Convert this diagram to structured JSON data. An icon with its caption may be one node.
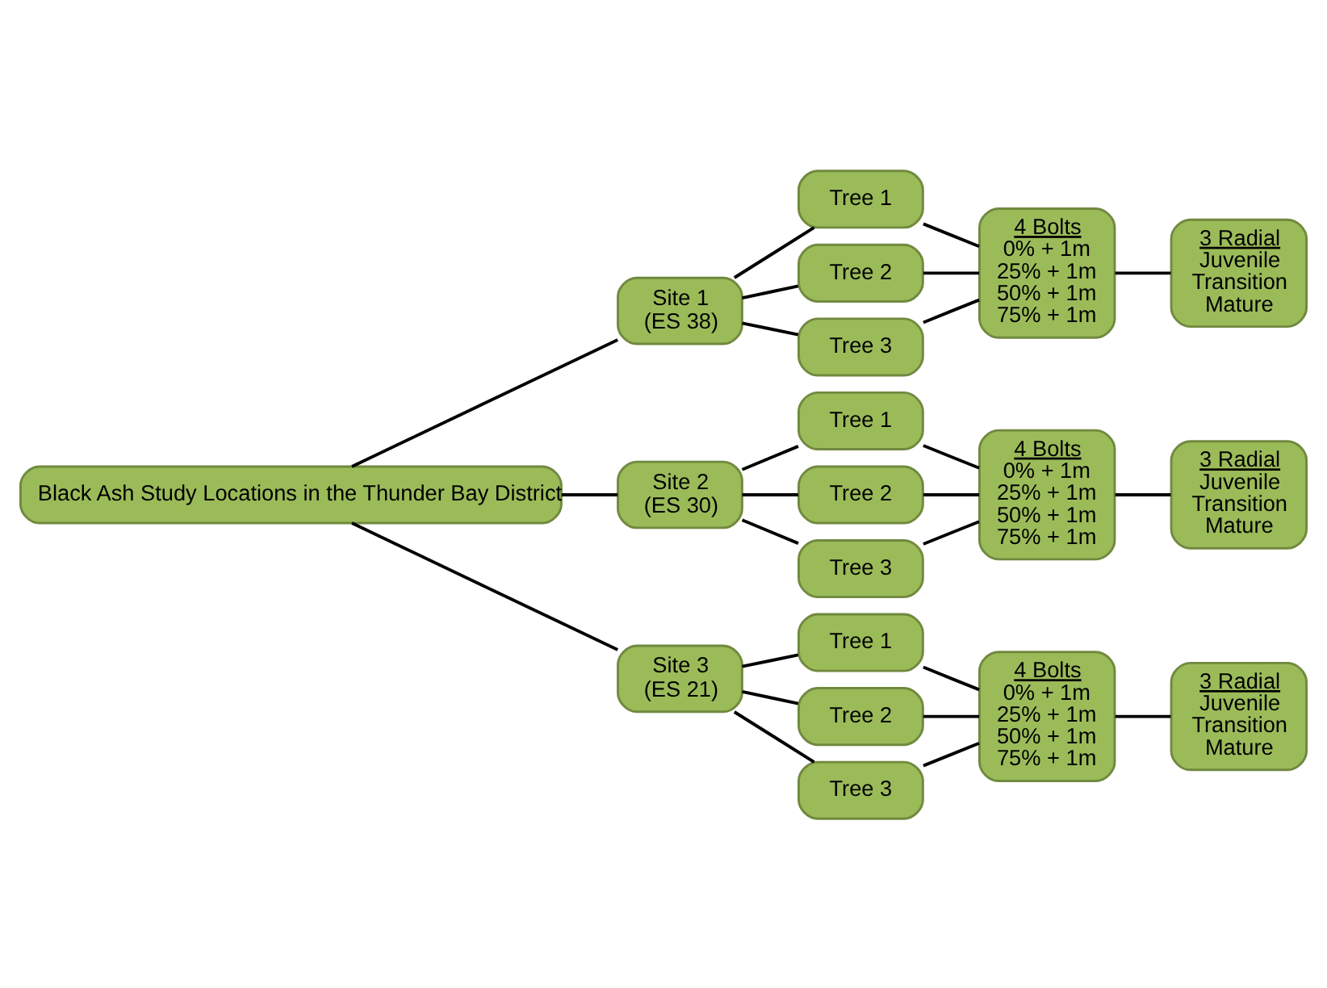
{
  "diagram": {
    "nodes": [
      {
        "text": [
          "Black Ash Study Locations in the Thunder Bay District"
        ]
      },
      {
        "text": [
          "Site 1",
          "(ES 38)"
        ]
      },
      {
        "text": [
          "Tree 1"
        ]
      },
      {
        "text": [
          "Tree 2"
        ]
      },
      {
        "text": [
          "Tree 3"
        ]
      },
      {
        "text": [
          "4 Bolts",
          "0% + 1m",
          "25% + 1m",
          "50% + 1m",
          "75% + 1m"
        ]
      },
      {
        "text": [
          "3 Radial",
          "Juvenile",
          "Transition",
          "Mature"
        ]
      },
      {
        "text": [
          "Site 2",
          "(ES 30)"
        ]
      },
      {
        "text": [
          "Tree 1"
        ]
      },
      {
        "text": [
          "Tree 2"
        ]
      },
      {
        "text": [
          "Tree 3"
        ]
      },
      {
        "text": [
          "4 Bolts",
          "0% + 1m",
          "25% + 1m",
          "50% + 1m",
          "75% + 1m"
        ]
      },
      {
        "text": [
          "3 Radial",
          "Juvenile",
          "Transition",
          "Mature"
        ]
      },
      {
        "text": [
          "Site 3",
          "(ES 21)"
        ]
      },
      {
        "text": [
          "Tree 1"
        ]
      },
      {
        "text": [
          "Tree 2"
        ]
      },
      {
        "text": [
          "Tree 3"
        ]
      },
      {
        "text": [
          "4 Bolts",
          "0% + 1m",
          "25% + 1m",
          "50% + 1m",
          "75% + 1m"
        ]
      },
      {
        "text": [
          "3 Radial",
          "Juvenile",
          "Transition",
          "Mature"
        ]
      }
    ],
    "edges": [
      {
        "from": 0,
        "to": 1,
        "arrow": "none"
      },
      {
        "from": 0,
        "to": 7,
        "arrow": "none"
      },
      {
        "from": 0,
        "to": 13,
        "arrow": "none"
      },
      {
        "from": 1,
        "to": 2,
        "arrow": "none"
      },
      {
        "from": 1,
        "to": 3,
        "arrow": "none"
      },
      {
        "from": 1,
        "to": 4,
        "arrow": "none"
      },
      {
        "from": 2,
        "to": 5,
        "arrow": "none"
      },
      {
        "from": 3,
        "to": 5,
        "arrow": "none"
      },
      {
        "from": 4,
        "to": 5,
        "arrow": "none"
      },
      {
        "from": 5,
        "to": 6,
        "arrow": "none"
      },
      {
        "from": 7,
        "to": 8,
        "arrow": "none"
      },
      {
        "from": 7,
        "to": 9,
        "arrow": "none"
      },
      {
        "from": 7,
        "to": 10,
        "arrow": "none"
      },
      {
        "from": 8,
        "to": 11,
        "arrow": "none"
      },
      {
        "from": 9,
        "to": 11,
        "arrow": "none"
      },
      {
        "from": 10,
        "to": 11,
        "arrow": "none"
      },
      {
        "from": 11,
        "to": 12,
        "arrow": "none"
      },
      {
        "from": 13,
        "to": 14,
        "arrow": "none"
      },
      {
        "from": 13,
        "to": 15,
        "arrow": "none"
      },
      {
        "from": 13,
        "to": 16,
        "arrow": "none"
      },
      {
        "from": 14,
        "to": 17,
        "arrow": "none"
      },
      {
        "from": 15,
        "to": 17,
        "arrow": "none"
      },
      {
        "from": 16,
        "to": 17,
        "arrow": "none"
      },
      {
        "from": 17,
        "to": 18,
        "arrow": "none"
      }
    ]
  }
}
